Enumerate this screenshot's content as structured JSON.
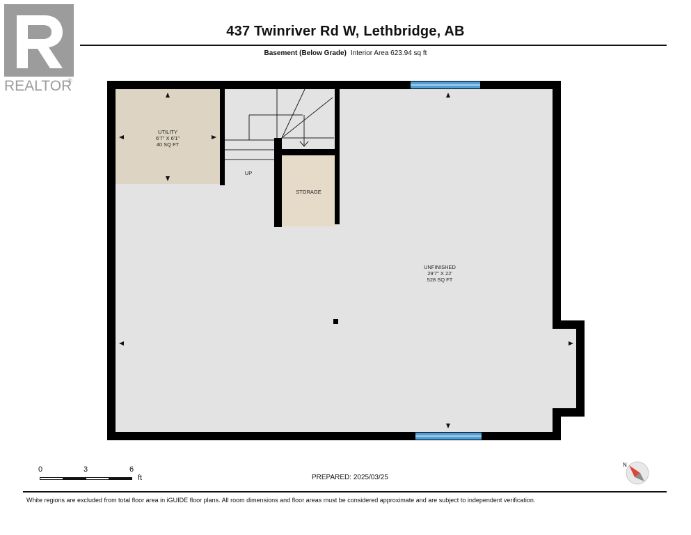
{
  "header": {
    "address": "437 Twinriver Rd W, Lethbridge, AB",
    "level": "Basement (Below Grade)",
    "interior_area": "Interior Area 623.94 sq ft"
  },
  "logo": {
    "text": "REALTOR",
    "mark": "®"
  },
  "rooms": {
    "utility": {
      "name": "UTILITY",
      "dims": "6'7\" x 6'1\"",
      "area": "40 sq ft"
    },
    "storage": {
      "name": "STORAGE"
    },
    "unfinished": {
      "name": "UNFINISHED",
      "dims": "29'7\" x 22'",
      "area": "528 sq ft"
    },
    "stairs": {
      "label": "UP"
    }
  },
  "scale": {
    "ticks": [
      "0",
      "3",
      "6"
    ],
    "unit": "ft"
  },
  "prepared": "PREPARED: 2025/03/25",
  "compass": {
    "label": "N"
  },
  "disclaimer": "White regions are excluded from total floor area in iGUIDE floor plans. All room dimensions and floor areas must be considered approximate and are subject to independent verification.",
  "colors": {
    "wall": "#000000",
    "floor": "#e3e3e3",
    "utility": "#ddd4c3",
    "storage": "#e6dbc8",
    "window": "#4f9ed4",
    "logo": "#9c9c9c"
  }
}
